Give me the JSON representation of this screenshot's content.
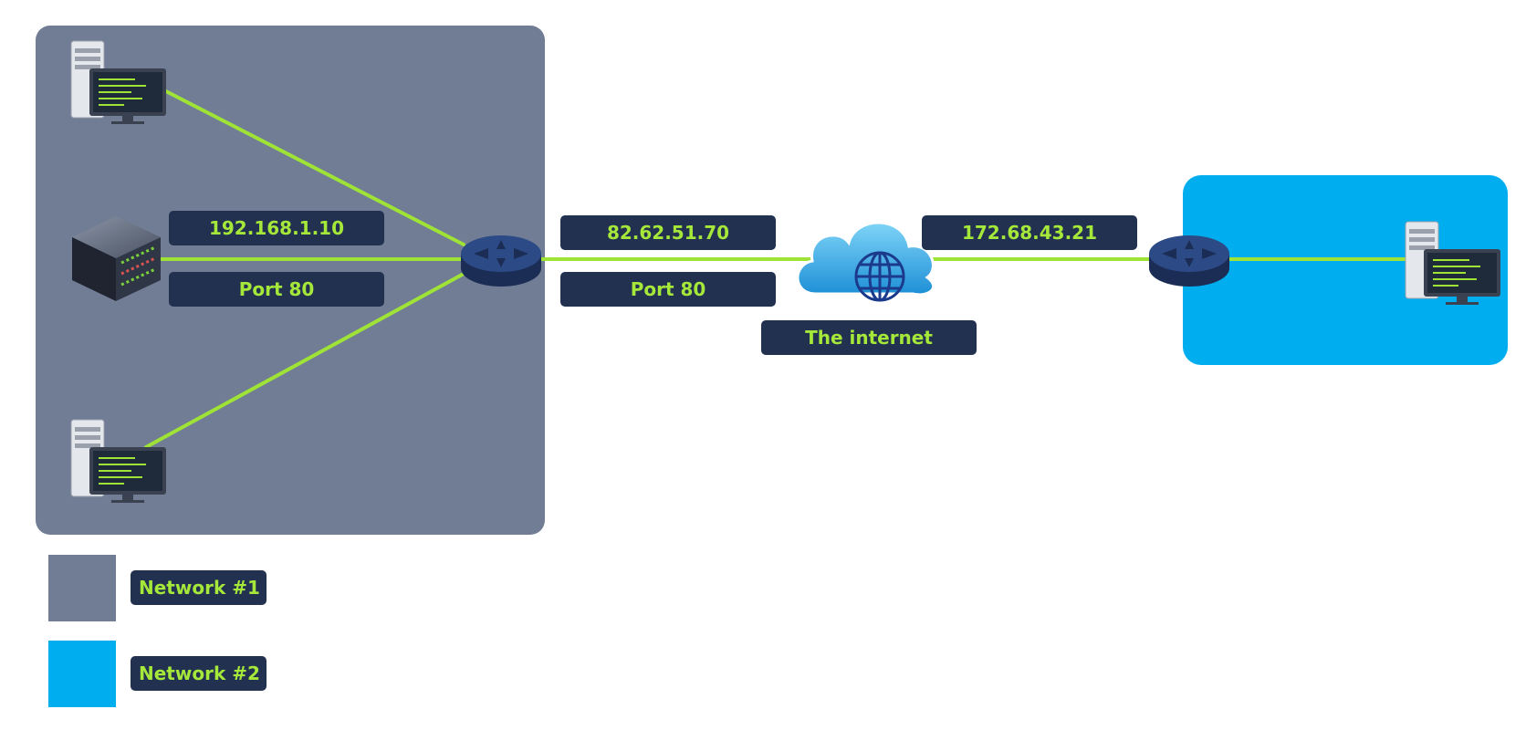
{
  "colors": {
    "network1": "#717d95",
    "network2": "#00adee",
    "link": "#9ee336",
    "label_bg": "#22314f",
    "label_text": "#a5e83a"
  },
  "labels": {
    "left_ip": "192.168.1.10",
    "left_port": "Port 80",
    "public_ip": "82.62.51.70",
    "public_port": "Port 80",
    "internet": "The internet",
    "remote_ip": "172.68.43.21"
  },
  "legend": [
    {
      "label": "Network #1",
      "color": "#717d95"
    },
    {
      "label": "Network #2",
      "color": "#00adee"
    }
  ],
  "icons": [
    "computer-icon",
    "server-icon",
    "router-icon",
    "cloud-internet-icon"
  ]
}
